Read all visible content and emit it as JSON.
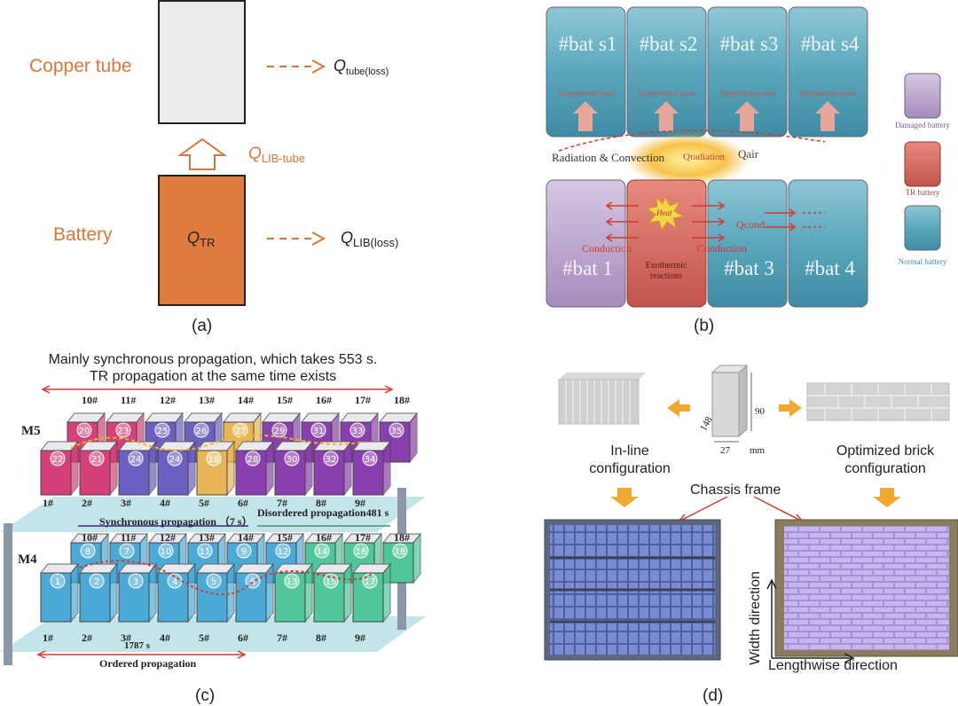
{
  "panel_a": {
    "caption": "(a)",
    "copper_tube_label": "Copper tube",
    "battery_label": "Battery",
    "q_tr": {
      "main": "Q",
      "sub": "TR"
    },
    "q_tube_loss": {
      "main": "Q",
      "sub": "tube(loss)"
    },
    "q_lib_tube": {
      "main": "Q",
      "sub": "LIB-tube"
    },
    "q_lib_loss": {
      "main": "Q",
      "sub": "LIB(loss)"
    },
    "colors": {
      "battery": "#e07a3e",
      "tube": "#ecebea",
      "arrow": "#d9773a"
    }
  },
  "panel_b": {
    "caption": "(b)",
    "top_cells": [
      "#bat s1",
      "#bat s2",
      "#bat s3",
      "#bat s4"
    ],
    "temp_rise": "Temperature raise",
    "bottom_cells": [
      "#bat 1",
      "",
      "#bat 3",
      "#bat 4"
    ],
    "radiation_label": "Radiation & Convection",
    "q_radiation": "Qradiation",
    "q_air": "Qair",
    "conduction": "Conduction",
    "q_cond": "Qcond",
    "heat": "Heat",
    "exothermic": "Exothermic reactions",
    "legend": [
      "Damaged battery",
      "TR battery",
      "Normal battery"
    ],
    "colors": {
      "normal": "#5aa7bd",
      "tr": "#d9675c",
      "damaged": "#b9a3c9"
    }
  },
  "panel_c": {
    "caption": "(c)",
    "title_line1": "Mainly synchronous propagation, which takes 553 s.",
    "title_line2": "TR propagation at the same time exists",
    "m5": "M5",
    "m4": "M4",
    "m5_top": [
      "10#",
      "11#",
      "12#",
      "13#",
      "14#",
      "15#",
      "16#",
      "17#",
      "18#"
    ],
    "m5_bottom": [
      "1#",
      "2#",
      "3#",
      "4#",
      "5#",
      "6#",
      "7#",
      "8#",
      "9#"
    ],
    "m5_front_nums": [
      "22",
      "21",
      "24",
      "24",
      "18",
      "28",
      "30",
      "32",
      "34"
    ],
    "m5_back_nums": [
      "20",
      "23",
      "25",
      "26",
      "27",
      "29",
      "31",
      "33",
      "35"
    ],
    "m4_top": [
      "10#",
      "11#",
      "12#",
      "13#",
      "14#",
      "15#",
      "16#",
      "17#",
      "18#"
    ],
    "m4_bottom": [
      "1#",
      "2#",
      "3#",
      "4#",
      "5#",
      "6#",
      "7#",
      "8#",
      "9#"
    ],
    "m4_front_nums": [
      "1",
      "2",
      "3",
      "4",
      "5",
      "6",
      "13",
      "15",
      "17"
    ],
    "m4_back_nums": [
      "8",
      "7",
      "10",
      "11",
      "9",
      "12",
      "14",
      "16",
      "18"
    ],
    "sync": "Synchronous propagation （7 s）",
    "disordered": "Disordered propagation481 s",
    "ordered_time": "1787 s",
    "ordered": "Ordered propagation"
  },
  "panel_d": {
    "caption": "(d)",
    "inline_label": [
      "In-line",
      "configuration"
    ],
    "brick_label": [
      "Optimized brick",
      "configuration"
    ],
    "chassis": "Chassis frame",
    "dim_h": "90",
    "dim_l": "148",
    "dim_w": "27",
    "dim_unit": "mm",
    "width_dir": "Width direction",
    "length_dir": "Lengthwise direction",
    "colors": {
      "arrow": "#f0a830",
      "inline": "#5c6fb8",
      "brick": "#a88fd8",
      "frame": "#8a7d5e"
    }
  }
}
